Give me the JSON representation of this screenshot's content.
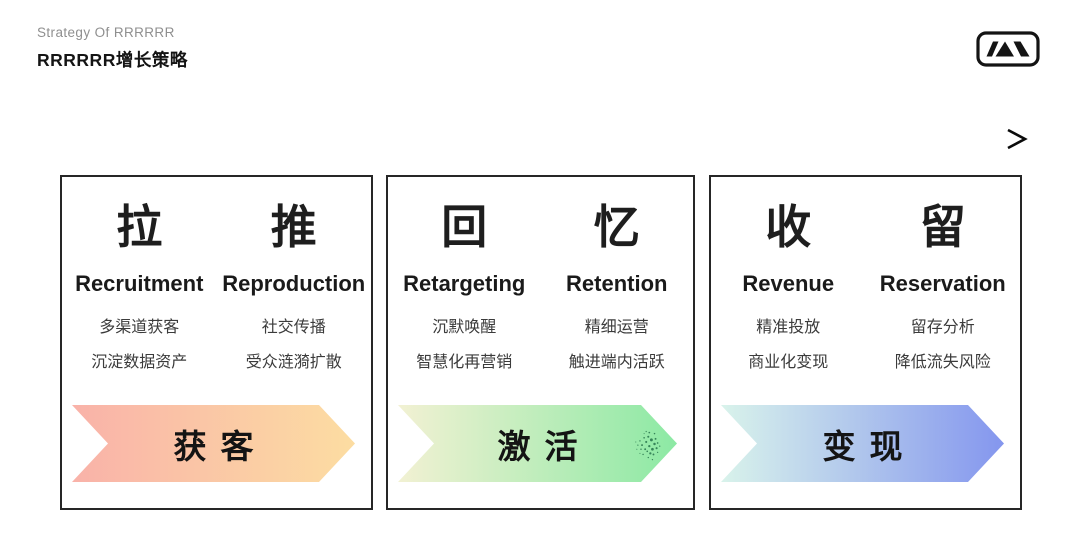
{
  "header": {
    "subtitle": "Strategy Of RRRRRR",
    "title": "RRRRRR增长策略"
  },
  "logo": {
    "icon": "mountain-m-logo"
  },
  "boxes": [
    {
      "name": "acquisition",
      "left": {
        "char": "拉",
        "en": "Recruitment",
        "points": [
          "多渠道获客",
          "沉淀数据资产"
        ]
      },
      "right": {
        "char": "推",
        "en": "Reproduction",
        "points": [
          "社交传播",
          "受众涟漪扩散"
        ]
      },
      "banner": {
        "label": "获客",
        "gradient": {
          "from": "#f9b2a9",
          "to": "#fcdda2"
        }
      }
    },
    {
      "name": "activation",
      "left": {
        "char": "回",
        "en": "Retargeting",
        "points": [
          "沉默唤醒",
          "智慧化再营销"
        ]
      },
      "right": {
        "char": "忆",
        "en": "Retention",
        "points": [
          "精细运营",
          "触进端内活跃"
        ]
      },
      "banner": {
        "label": "激活",
        "gradient": {
          "from": "#f2f1d3",
          "to": "#8ce9a4"
        }
      }
    },
    {
      "name": "monetization",
      "left": {
        "char": "收",
        "en": "Revenue",
        "points": [
          "精准投放",
          "商业化变现"
        ]
      },
      "right": {
        "char": "留",
        "en": "Reservation",
        "points": [
          "留存分析",
          "降低流失风险"
        ]
      },
      "banner": {
        "label": "变现",
        "gradient": {
          "from": "#d9f3eb",
          "to": "#8496ee"
        }
      }
    }
  ]
}
